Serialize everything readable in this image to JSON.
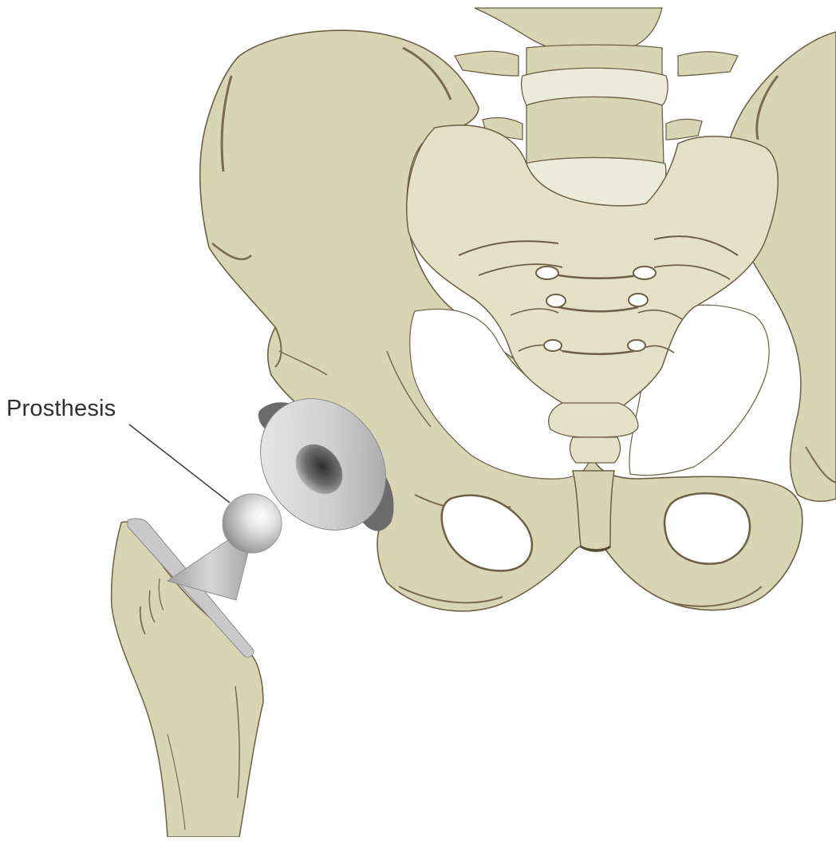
{
  "callout": {
    "label": "Prosthesis"
  },
  "colors": {
    "bone_fill": "#d8d5b4",
    "bone_light": "#e4e1c8",
    "disc_fill": "#ecebd9",
    "bone_outline": "#6e5e44",
    "bone_shadow": "#7a6a4e",
    "metal_light": "#f2f2f2",
    "metal_mid": "#bdbdbd",
    "metal_dark": "#6f6f6f",
    "leader_line": "#3a3a3a",
    "background": "#ffffff"
  },
  "icons": [
    "pelvis-illustration",
    "femur-illustration",
    "acetabular-cup-implant",
    "femoral-head-ball",
    "femoral-stem-implant"
  ]
}
